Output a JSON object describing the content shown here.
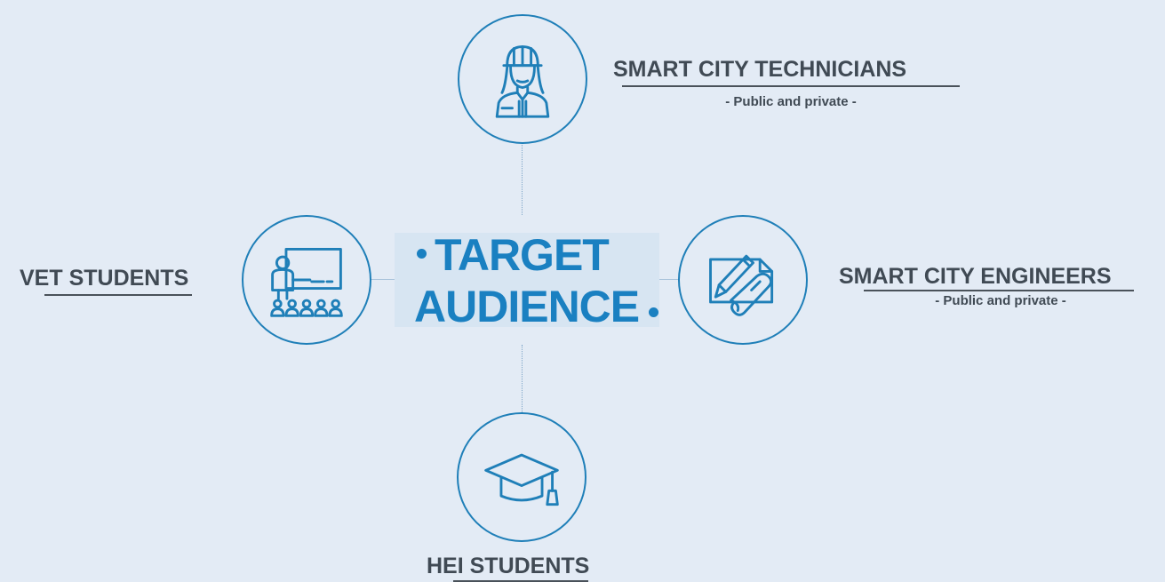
{
  "center": {
    "line1": "TARGET",
    "line2": "AUDIENCE"
  },
  "audiences": {
    "technicians": {
      "title": "SMART CITY TECHNICIANS",
      "subtitle": "- Public and private -",
      "icon": "technician-icon"
    },
    "engineers": {
      "title": "SMART CITY ENGINEERS",
      "subtitle": "- Public and private -",
      "icon": "engineer-blueprint-icon"
    },
    "vet": {
      "title": "VET STUDENTS",
      "icon": "classroom-icon"
    },
    "hei": {
      "title": "HEI STUDENTS",
      "icon": "graduation-cap-icon"
    }
  },
  "colors": {
    "accent": "#1a80c1",
    "text": "#404a54",
    "background": "#e3ebf5"
  }
}
